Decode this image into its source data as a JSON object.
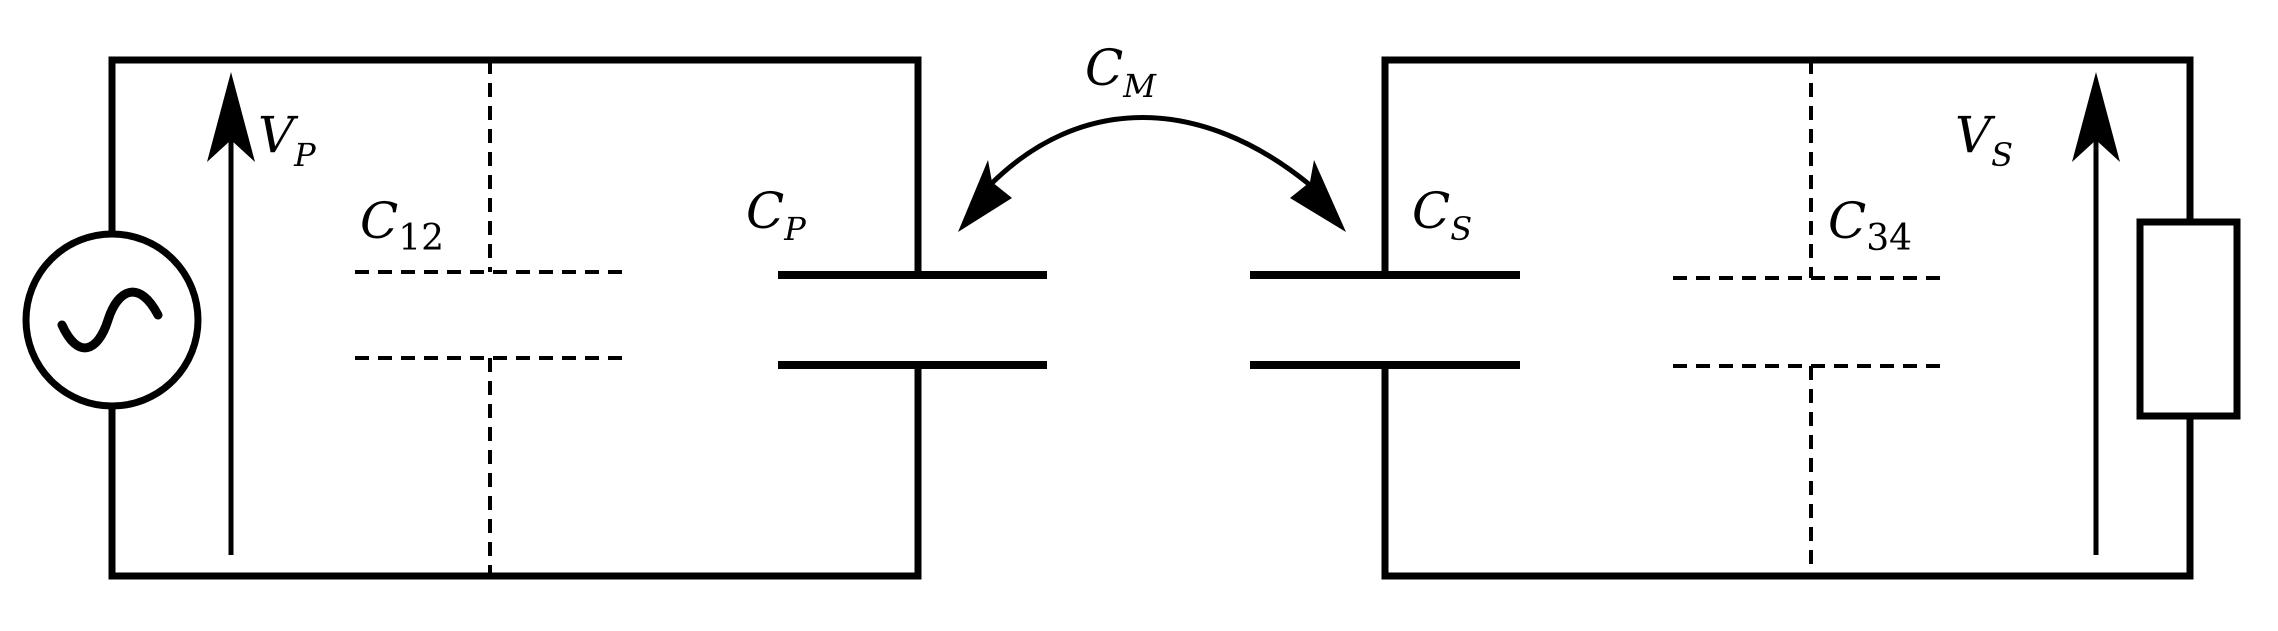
{
  "labels": {
    "vp": {
      "main": "V",
      "sub": "P"
    },
    "c12": {
      "main": "C",
      "sub": "12"
    },
    "cp": {
      "main": "C",
      "sub": "P"
    },
    "cm": {
      "main": "C",
      "sub": "M"
    },
    "cs": {
      "main": "C",
      "sub": "S"
    },
    "c34": {
      "main": "C",
      "sub": "34"
    },
    "vs": {
      "main": "V",
      "sub": "S"
    }
  },
  "icons": [
    "ac-source-icon",
    "resistor-load-icon",
    "voltage-arrow-icon",
    "coupling-arrow-icon"
  ]
}
